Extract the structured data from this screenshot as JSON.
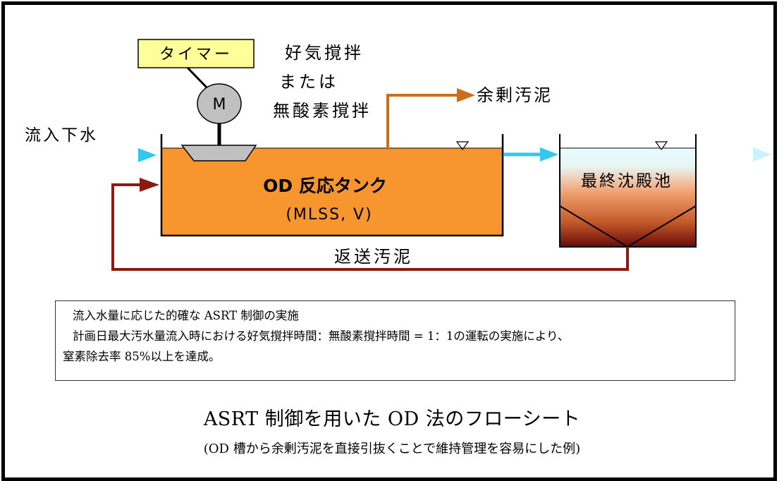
{
  "diagram": {
    "timer_label": "タイマー",
    "motor_label": "M",
    "mode_label_1": "好気撹拌",
    "mode_label_2": "または",
    "mode_label_3": "無酸素撹拌",
    "influent_label": "流入下水",
    "excess_sludge_label": "余剰汚泥",
    "reactor_title": "OD 反応タンク",
    "reactor_params": "(MLSS, V)",
    "clarifier_label": "最終沈殿池",
    "return_sludge_label": "返送汚泥"
  },
  "note": {
    "line1": "流入水量に応じた的確な ASRT 制御の実施",
    "line2": "計画日最大汚水量流入時における好気撹拌時間：無酸素撹拌時間 = 1：1の運転の実施により、",
    "line3": "窒素除去率 85%以上を達成。"
  },
  "caption": {
    "title": "ASRT 制御を用いた OD 法のフローシート",
    "subtitle": "(OD 槽から余剰汚泥を直接引抜くことで維持管理を容易にした例)"
  },
  "colors": {
    "reactor_fill": "#f7952e",
    "water_arrow": "#33c8f0",
    "excess_sludge_line": "#c8701e",
    "return_sludge_line": "#8b1a10",
    "timer_fill": "#ffff99",
    "motor_fill": "#c0c0c0"
  }
}
